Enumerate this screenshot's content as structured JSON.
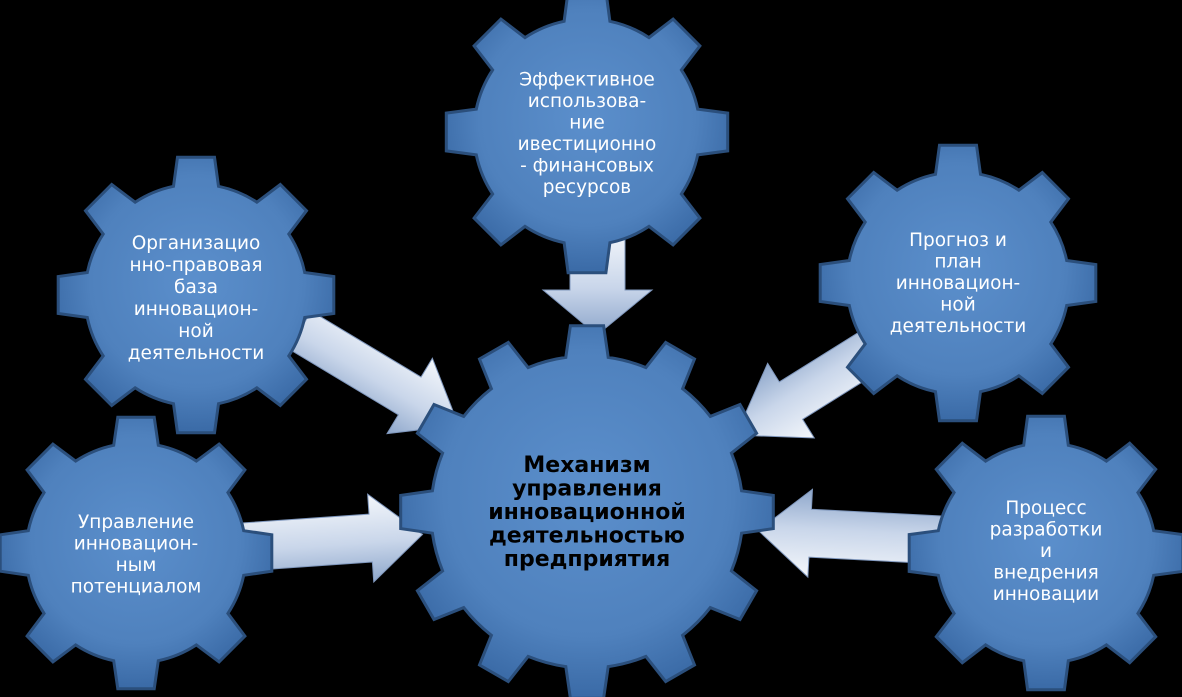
{
  "diagram": {
    "center": {
      "lines": [
        "Механизм",
        "управления",
        "инновационной",
        "деятельностью",
        "предприятия"
      ]
    },
    "gears": [
      {
        "id": "top",
        "lines": [
          "Эффективное",
          "использова-",
          "ние",
          "ивестиционно",
          "- финансовых",
          "ресурсов"
        ]
      },
      {
        "id": "upper-left",
        "lines": [
          "Организацио",
          "нно-правовая",
          "база",
          "инновацион-",
          "ной",
          "деятельности"
        ]
      },
      {
        "id": "upper-right",
        "lines": [
          "Прогноз и",
          "план",
          "инновацион-",
          "ной",
          "деятельности"
        ]
      },
      {
        "id": "lower-left",
        "lines": [
          "Управление",
          "инновацион-",
          "ным",
          "потенциалом"
        ]
      },
      {
        "id": "lower-right",
        "lines": [
          "Процесс",
          "разработки",
          "и",
          "внедрения",
          "инновации"
        ]
      }
    ],
    "colors": {
      "background": "#000000",
      "gear_fill": "#4f81bd",
      "gear_edge": "#2a4d78",
      "arrow_light": "#f2f5fa",
      "arrow_dark": "#8fa6c8",
      "outer_text": "#ffffff",
      "center_text": "#000000"
    }
  }
}
